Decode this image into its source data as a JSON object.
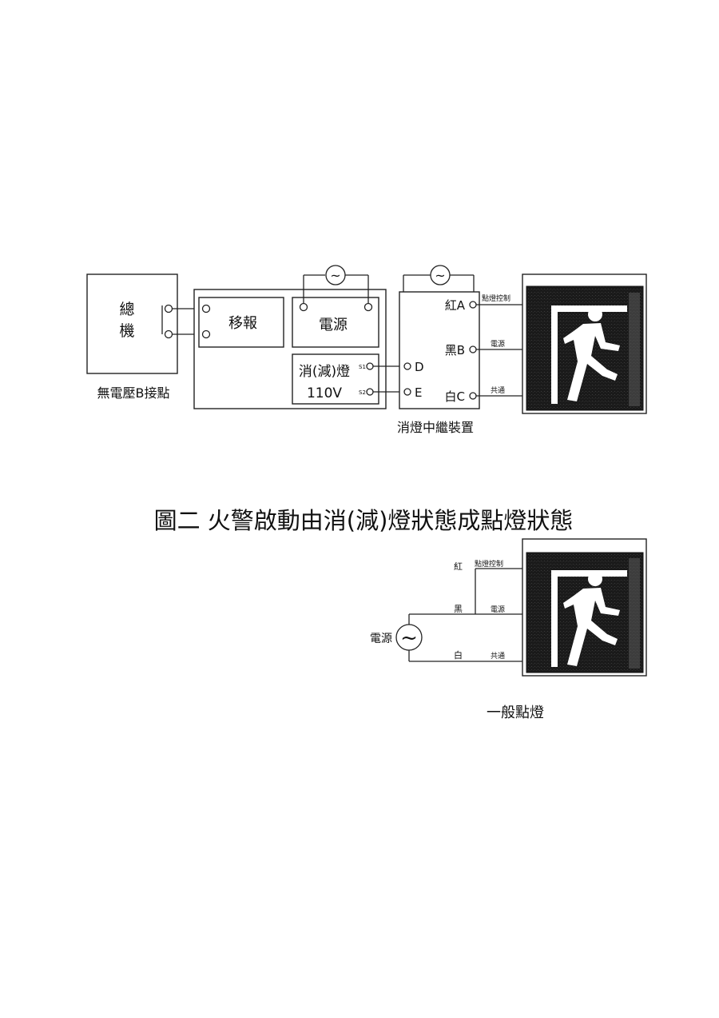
{
  "diagram1": {
    "panel_label": "總\n機",
    "panel_label_line1": "總",
    "panel_label_line2": "機",
    "panel_caption": "無電壓B接點",
    "relay_label": "移報",
    "power_label": "電源",
    "off_lamp_label_line1": "消(減)燈",
    "off_lamp_label_line2": "110V",
    "s1_label": "S1",
    "s2_label": "S2",
    "d_label": "D",
    "e_label": "E",
    "relay_device_caption": "消燈中繼裝置",
    "terminal_a": "紅A",
    "terminal_b": "黑B",
    "terminal_c": "白C",
    "wire_a_label": "點燈控制",
    "wire_b_label": "電源",
    "wire_c_label": "共通",
    "ac_symbol": "~"
  },
  "figure_title": "圖二  火警啟動由消(減)燈狀態成點燈狀態",
  "diagram2": {
    "red_label": "紅",
    "black_label": "黑",
    "white_label": "白",
    "wire_a_label": "點燈控制",
    "wire_b_label": "電源",
    "wire_c_label": "共通",
    "source_label": "電源",
    "ac_symbol": "~",
    "caption": "一般點燈"
  }
}
